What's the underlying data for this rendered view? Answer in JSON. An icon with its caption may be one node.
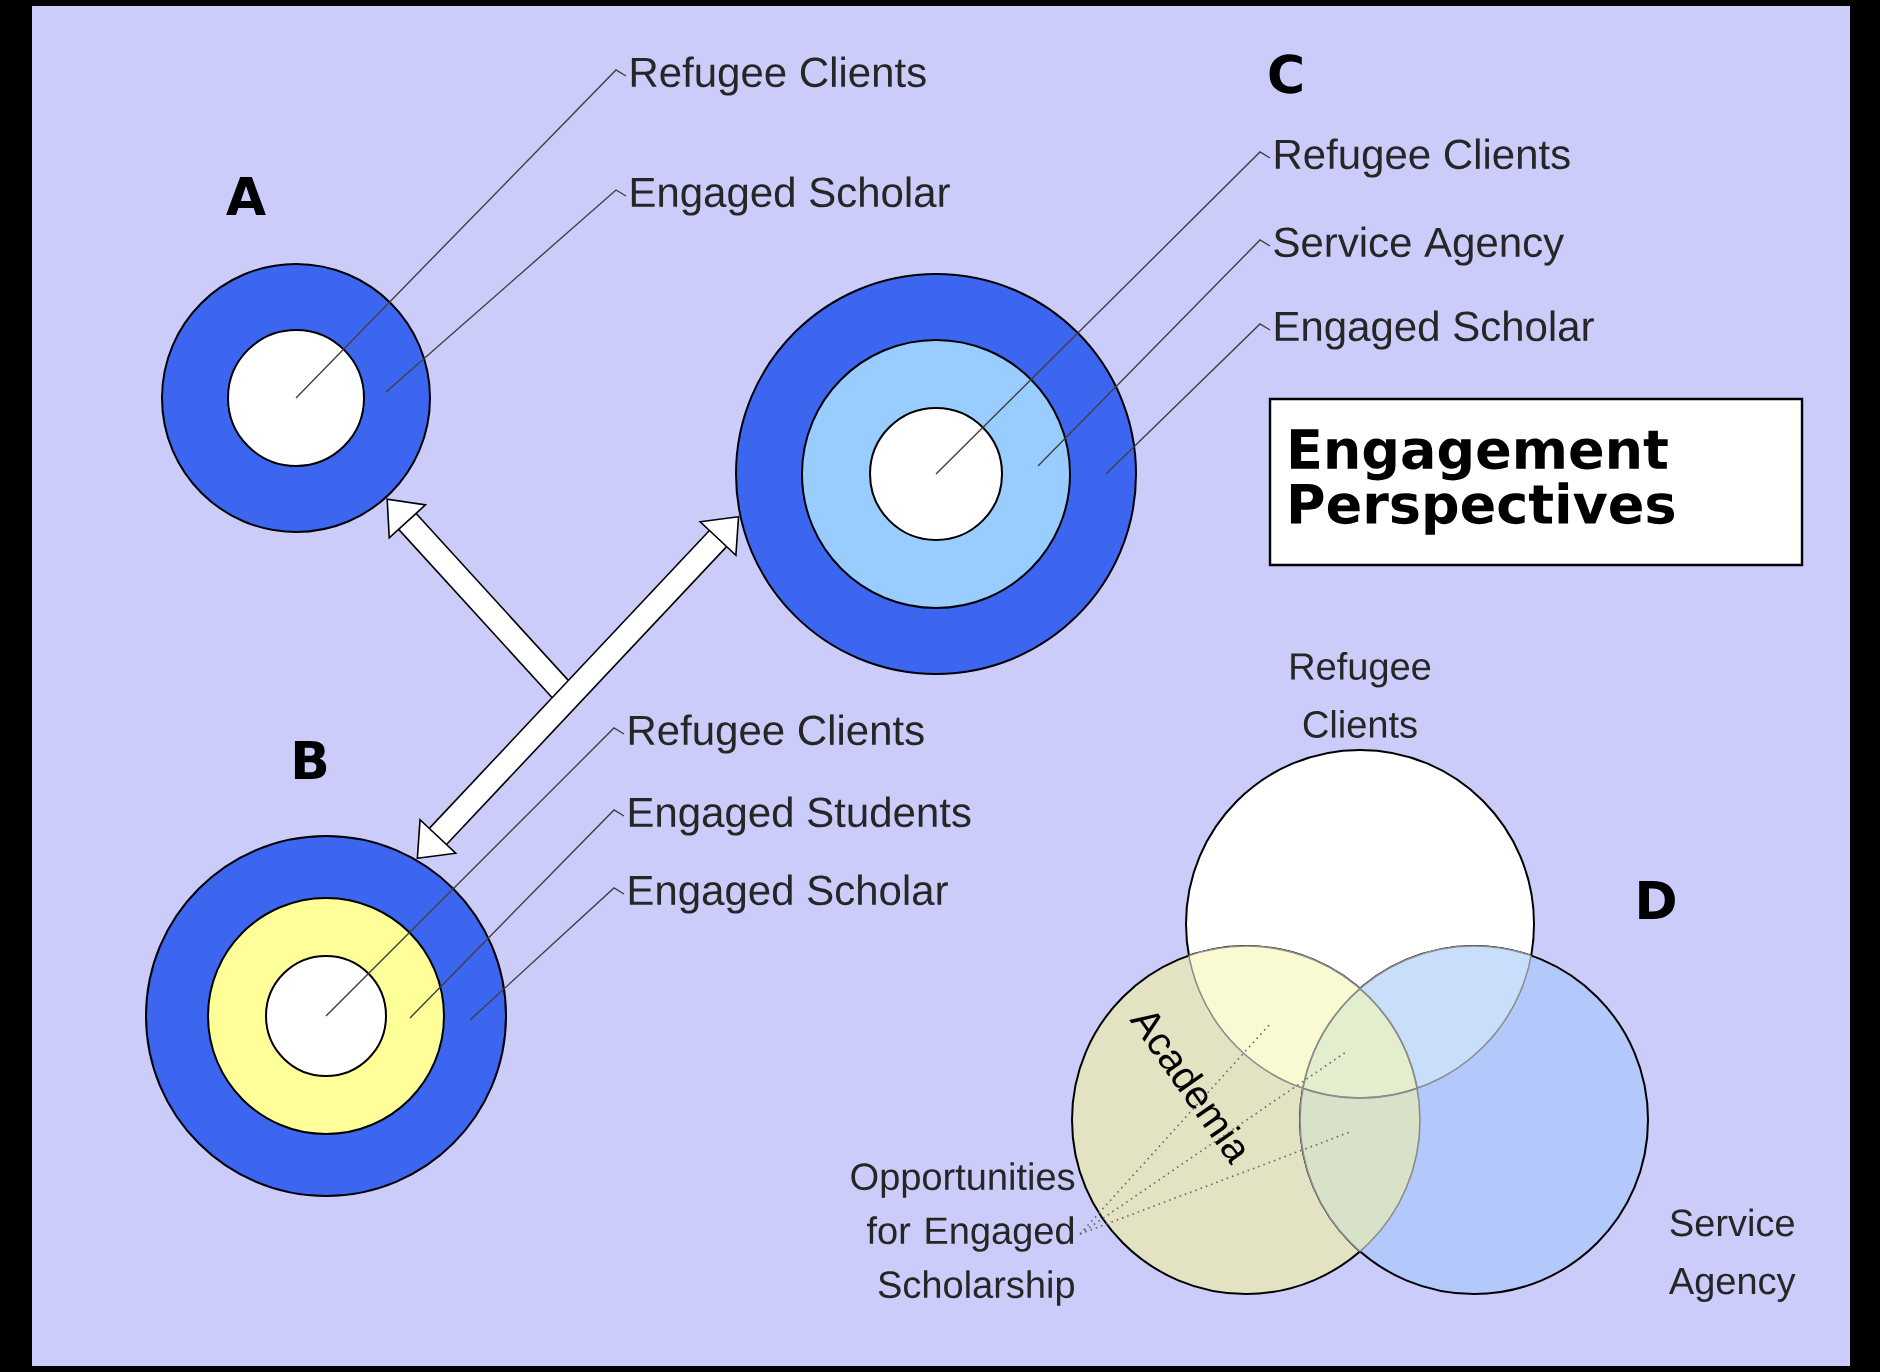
{
  "diagram": {
    "nodes": [
      {
        "text": [
          "Refugee Clients"
        ]
      },
      {
        "text": [
          "Engaged Scholar"
        ]
      },
      {
        "text": [],
        "shape": "circle"
      },
      {
        "text": [],
        "shape": "circle",
        "in": 2
      },
      {
        "text": [
          "Refugee Clients"
        ]
      },
      {
        "text": [
          "Service Agency"
        ]
      },
      {
        "text": [
          "Engaged Scholar"
        ]
      },
      {
        "text": [],
        "shape": "circle"
      },
      {
        "text": [],
        "shape": "circle",
        "in": 7
      },
      {
        "text": [],
        "shape": "circle",
        "in": 8
      },
      {
        "text": [
          "Engagement Perspectives"
        ]
      },
      {
        "text": [
          "Refugee Clients"
        ]
      },
      {
        "text": [
          "Engaged Students"
        ]
      },
      {
        "text": [
          "Engaged Scholar"
        ]
      },
      {
        "text": [],
        "shape": "circle"
      },
      {
        "text": [],
        "shape": "circle",
        "in": 14
      },
      {
        "text": [],
        "shape": "circle",
        "in": 15
      },
      {
        "text": [
          "Refugee Clients"
        ]
      },
      {
        "text": [
          "Opportunities for Engaged Scholarship"
        ]
      },
      {
        "text": [
          "Academia"
        ]
      },
      {
        "text": [
          "Service Agency"
        ]
      }
    ],
    "edges": [
      {
        "from": 0,
        "to": 3,
        "arrow": "none"
      },
      {
        "from": 1,
        "to": 2,
        "arrow": "none"
      },
      {
        "from": 4,
        "to": 9,
        "arrow": "none"
      },
      {
        "from": 5,
        "to": 8,
        "arrow": "none"
      },
      {
        "from": 6,
        "to": 7,
        "arrow": "none"
      },
      {
        "from": 11,
        "to": 16,
        "arrow": "none"
      },
      {
        "from": 12,
        "to": 15,
        "arrow": "none"
      },
      {
        "from": 13,
        "to": 14,
        "arrow": "none"
      },
      {
        "from": null,
        "to": 2,
        "arrow": "to",
        "style": "thick"
      },
      {
        "from": 14,
        "to": 7,
        "arrow": "both",
        "style": "thick"
      },
      {
        "from": 18,
        "to": 19,
        "arrow": "none",
        "style": "dashed"
      },
      {
        "from": 18,
        "to": 19,
        "arrow": "none",
        "style": "dashed"
      },
      {
        "from": 18,
        "to": 19,
        "arrow": "none",
        "style": "dashed"
      }
    ],
    "labels": [
      "C",
      "A",
      "B",
      "D"
    ]
  }
}
